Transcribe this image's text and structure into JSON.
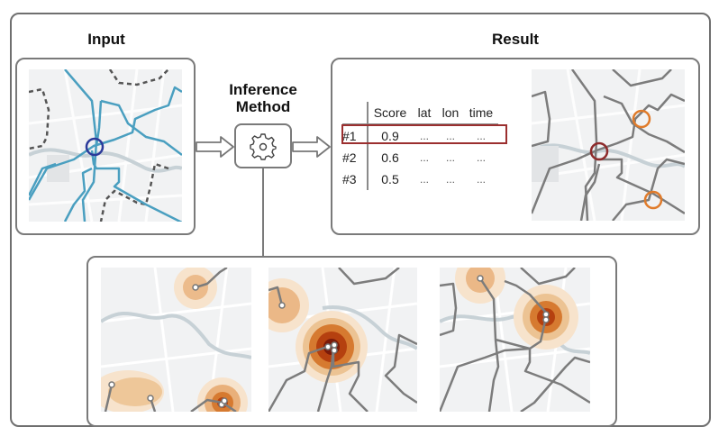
{
  "sections": {
    "input_label": "Input",
    "result_label": "Result",
    "method_label_line1": "Inference",
    "method_label_line2": "Method"
  },
  "icons": {
    "gear": "gear-icon",
    "arrow_in": "arrow-right-icon",
    "arrow_out": "arrow-right-icon"
  },
  "result_table": {
    "columns": [
      "",
      "Score",
      "lat",
      "lon",
      "time"
    ],
    "rows": [
      {
        "rank": "#1",
        "score": "0.9",
        "lat": "...",
        "lon": "...",
        "time": "...",
        "highlighted": true
      },
      {
        "rank": "#2",
        "score": "0.6",
        "lat": "...",
        "lon": "...",
        "time": "...",
        "highlighted": false
      },
      {
        "rank": "#3",
        "score": "0.5",
        "lat": "...",
        "lon": "...",
        "time": "...",
        "highlighted": false
      }
    ]
  },
  "colors": {
    "frame": "#6f6f6f",
    "input_route": "#4a9fc0",
    "input_marker": "#2b3a9a",
    "dashed_route": "#666666",
    "result_route": "#7c7c7c",
    "top_match_marker": "#8e2b2b",
    "other_match_marker": "#e07b2a",
    "highlight_row": "#9b2f2f",
    "heat_light": "#f7e3cc",
    "heat_mid": "#e9b07a",
    "heat_dark": "#b5400f",
    "heat_core": "#7a1a0a",
    "map_bg": "#f1f2f3"
  },
  "heatmaps": [
    {
      "name": "candidate-1",
      "hotspots": 4
    },
    {
      "name": "candidate-2",
      "hotspots": 2
    },
    {
      "name": "candidate-3",
      "hotspots": 2
    }
  ]
}
